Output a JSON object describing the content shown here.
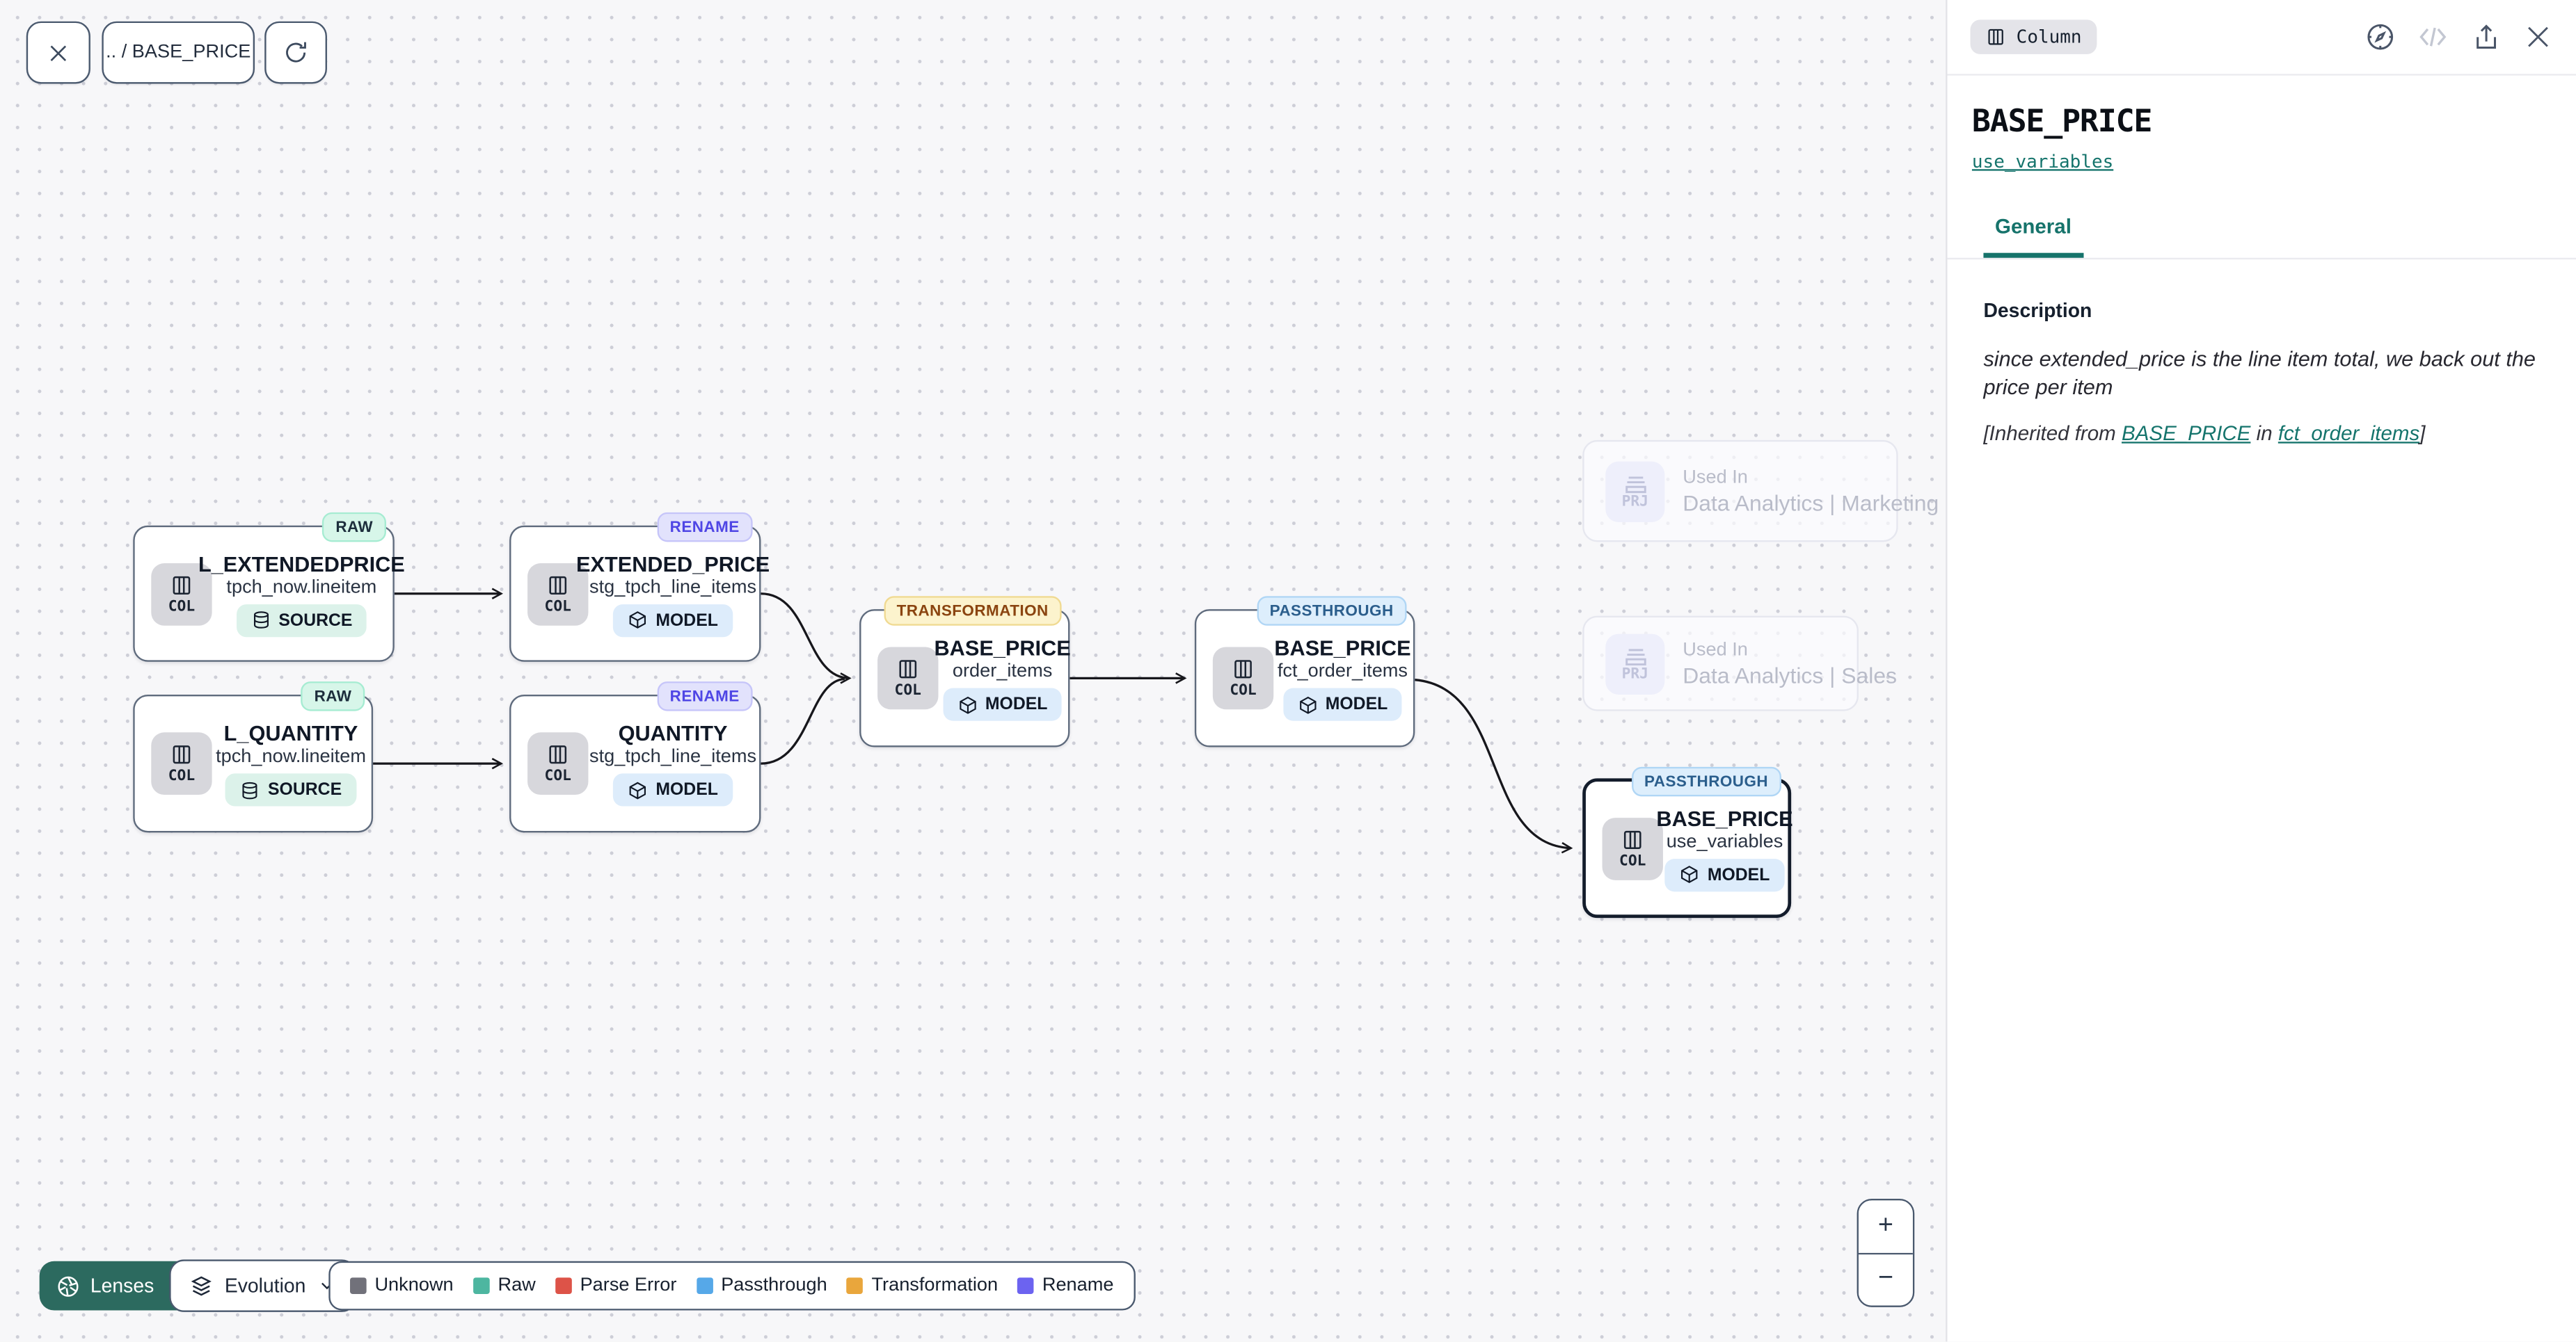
{
  "toolbar": {
    "breadcrumb": ".. / BASE_PRICE"
  },
  "panel": {
    "type_badge": "Column",
    "title": "BASE_PRICE",
    "subtitle_link": "use_variables",
    "tab_general": "General",
    "description_label": "Description",
    "description_text": "since extended_price is the line item total, we back out the price per item",
    "inherited": {
      "prefix": "[Inherited from ",
      "link1": "BASE_PRICE",
      "mid": " in ",
      "link2": "fct_order_items",
      "suffix": "]"
    }
  },
  "nodes": [
    {
      "badge": "RAW",
      "title": "L_EXTENDEDPRICE",
      "subtitle": "tpch_now.lineitem",
      "kind": "SOURCE",
      "type": "COL"
    },
    {
      "badge": "RENAME",
      "title": "EXTENDED_PRICE",
      "subtitle": "stg_tpch_line_items",
      "kind": "MODEL",
      "type": "COL"
    },
    {
      "badge": "RAW",
      "title": "L_QUANTITY",
      "subtitle": "tpch_now.lineitem",
      "kind": "SOURCE",
      "type": "COL"
    },
    {
      "badge": "RENAME",
      "title": "QUANTITY",
      "subtitle": "stg_tpch_line_items",
      "kind": "MODEL",
      "type": "COL"
    },
    {
      "badge": "TRANSFORMATION",
      "title": "BASE_PRICE",
      "subtitle": "order_items",
      "kind": "MODEL",
      "type": "COL"
    },
    {
      "badge": "PASSTHROUGH",
      "title": "BASE_PRICE",
      "subtitle": "fct_order_items",
      "kind": "MODEL",
      "type": "COL"
    },
    {
      "badge": "PASSTHROUGH",
      "title": "BASE_PRICE",
      "subtitle": "use_variables",
      "kind": "MODEL",
      "type": "COL",
      "selected": true
    }
  ],
  "ghosts": [
    {
      "label": "Used In",
      "name": "Data Analytics | Marketing",
      "type": "PRJ"
    },
    {
      "label": "Used In",
      "name": "Data Analytics | Sales",
      "type": "PRJ"
    }
  ],
  "lenses": {
    "button": "Lenses",
    "selected_lens": "Evolution"
  },
  "legend": [
    {
      "label": "Unknown",
      "color": "#71717a"
    },
    {
      "label": "Raw",
      "color": "#4db6a0"
    },
    {
      "label": "Parse Error",
      "color": "#dd5348"
    },
    {
      "label": "Passthrough",
      "color": "#56a8e8"
    },
    {
      "label": "Transformation",
      "color": "#e9a63c"
    },
    {
      "label": "Rename",
      "color": "#6c63f0"
    }
  ],
  "zoom_controls": {
    "zoom_in": "+",
    "zoom_out": "−"
  },
  "colors": {
    "accent_teal": "#16736b",
    "canvas_bg": "#f7f7f9",
    "node_border": "#5f6b7d",
    "selected_border": "#131c2b"
  }
}
